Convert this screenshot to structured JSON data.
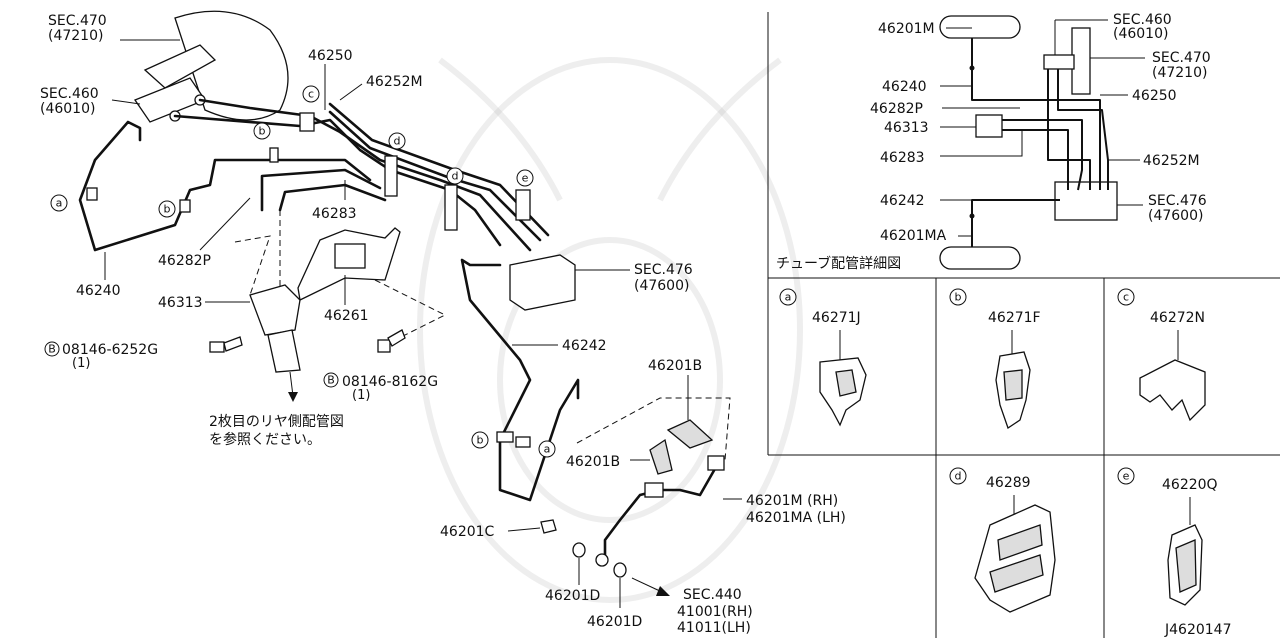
{
  "labels": {
    "sec470_a": "SEC.470",
    "sec470_b": "(47210)",
    "sec460_a": "SEC.460",
    "sec460_b": "(46010)",
    "p46250": "46250",
    "p46252M": "46252M",
    "p46283": "46283",
    "p46282P": "46282P",
    "p46240": "46240",
    "p46313": "46313",
    "p46261": "46261",
    "bolt1": "08146-6252G",
    "bolt1_qty": "(1)",
    "bolt2": "08146-8162G",
    "bolt2_qty": "(1)",
    "note_line1": "2枚目のリヤ側配管図",
    "note_line2": "を参照ください。",
    "sec476_a": "SEC.476",
    "sec476_b": "(47600)",
    "p46242": "46242",
    "p46201B_top": "46201B",
    "p46201B_side": "46201B",
    "p46201M": "46201M (RH)",
    "p46201MA": "46201MA (LH)",
    "p46201C": "46201C",
    "p46201D_1": "46201D",
    "p46201D_2": "46201D",
    "sec440_a": "SEC.440",
    "sec440_b": "41001(RH)",
    "sec440_c": "41011(LH)",
    "code": "J4620147"
  },
  "schematic": {
    "sec460_a": "SEC.460",
    "sec460_b": "(46010)",
    "sec470_a": "SEC.470",
    "sec470_b": "(47210)",
    "p46201M": "46201M",
    "p46240": "46240",
    "p46250": "46250",
    "p46282P": "46282P",
    "p46313": "46313",
    "p46283": "46283",
    "p46252M": "46252M",
    "p46242": "46242",
    "sec476_a": "SEC.476",
    "sec476_b": "(47600)",
    "p46201MA": "46201MA",
    "caption": "チューブ配管詳細図"
  },
  "details": {
    "a": {
      "letter": "a",
      "part": "46271J"
    },
    "b": {
      "letter": "b",
      "part": "46271F"
    },
    "c": {
      "letter": "c",
      "part": "46272N"
    },
    "d": {
      "letter": "d",
      "part": "46289"
    },
    "e": {
      "letter": "e",
      "part": "46220Q"
    }
  },
  "callouts": {
    "a": "a",
    "b": "b",
    "c": "c",
    "d": "d",
    "e": "e",
    "B": "B"
  }
}
